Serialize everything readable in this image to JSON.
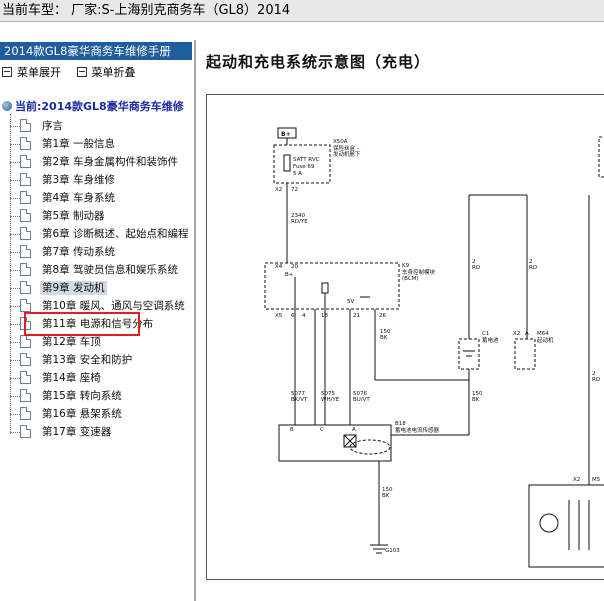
{
  "titlebar": {
    "text": "当前车型： 厂家:S-上海别克商务车（GL8）2014"
  },
  "sidebar": {
    "manual_title": "2014款GL8豪华商务车维修手册",
    "expand_label": "菜单展开",
    "collapse_label": "菜单折叠",
    "root_label": "当前:2014款GL8豪华商务车维修",
    "items": [
      {
        "label": "序言"
      },
      {
        "label": "第1章 一般信息"
      },
      {
        "label": "第2章 车身金属构件和装饰件"
      },
      {
        "label": "第3章 车身维修"
      },
      {
        "label": "第4章 车身系统"
      },
      {
        "label": "第5章 制动器"
      },
      {
        "label": "第6章 诊断概述、起始点和编程"
      },
      {
        "label": "第7章 传动系统"
      },
      {
        "label": "第8章 驾驶员信息和娱乐系统"
      },
      {
        "label": "第9章 发动机"
      },
      {
        "label": "第10章 暖风、通风与空调系统"
      },
      {
        "label": "第11章 电源和信号分布"
      },
      {
        "label": "第12章 车顶"
      },
      {
        "label": "第13章 安全和防护"
      },
      {
        "label": "第14章 座椅"
      },
      {
        "label": "第15章 转向系统"
      },
      {
        "label": "第16章 悬架系统"
      },
      {
        "label": "第17章 变速器"
      }
    ],
    "selected_index": 9
  },
  "content": {
    "title": "起动和充电系统示意图（充电）"
  },
  "diagram": {
    "bplus": "B+",
    "x50a": "X50A",
    "x50a_desc1": "保险丝盒 -",
    "x50a_desc2": "发动机舱下",
    "fuse_name": "SATT RVC",
    "fuse_id": "Fuse 69",
    "fuse_rating": "5 A",
    "x2": "X2",
    "pin72": "72",
    "wire_2340": "2340",
    "wire_rdye": "RD/YE",
    "x4": "X4",
    "pin20": "20",
    "k9": "K9",
    "k9_desc1": "车身控制模块",
    "k9_desc2": "(BCM)",
    "k9_bplus": "B+",
    "v5": "5V",
    "x5": "X5",
    "p6": "6",
    "p4": "4",
    "p18": "18",
    "p21": "21",
    "p26": "26",
    "w5077": "5077",
    "c5077": "BK/VT",
    "w5075": "5075",
    "c5075": "WH/YE",
    "w5076": "5076",
    "c5076": "BU/VT",
    "w150": "150",
    "cbk": "BK",
    "b18": "B18",
    "b18_desc": "蓄电池电流传感器",
    "pin_b": "B",
    "pin_c": "C",
    "pin_a": "A",
    "c1": "C1",
    "c1_desc": "蓄电池",
    "w2": "2",
    "crd": "RD",
    "x2b": "X2",
    "pin_a1": "A",
    "m64": "M64",
    "m64_desc": "起动机",
    "g103": "G103",
    "x2c": "X2",
    "m5": "M5"
  }
}
